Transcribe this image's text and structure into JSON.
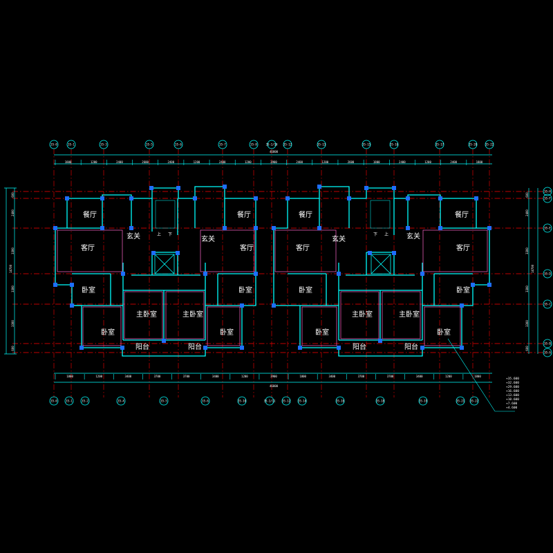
{
  "colors": {
    "background": "#000000",
    "wall": "#00ffff",
    "column": "#1e6eff",
    "axis": "#ff0000",
    "partition": "#ff66cc",
    "text": "#ffffff"
  },
  "top_axes": [
    "35-0",
    "35-1",
    "35-3",
    "35-5",
    "35-6",
    "35-7",
    "35-8",
    "35-1/10",
    "35-12",
    "35-13",
    "35-15",
    "35-16",
    "35-17",
    "35-20",
    "35-22"
  ],
  "bottom_axes": [
    "35-0",
    "35-1",
    "35-2",
    "35-4",
    "35-5",
    "35-6",
    "35-10",
    "35-1/11",
    "35-12",
    "35-14",
    "35-16",
    "35-18",
    "35-19",
    "35-21",
    "35-22"
  ],
  "right_axes": [
    "35-H",
    "35-F",
    "35-E",
    "35-D",
    "35-C",
    "35-B",
    "35-A"
  ],
  "top_dims": [
    "1800",
    "1200",
    "2400",
    "2600",
    "2400",
    "1200",
    "2400",
    "1200",
    "3900",
    "2400",
    "1200",
    "2600",
    "1800",
    "2400",
    "1200",
    "2400",
    "1800"
  ],
  "top_total": "46800",
  "bottom_dims": [
    "1800",
    "1200",
    "3400",
    "3700",
    "3700",
    "3400",
    "1200",
    "3900",
    "1800",
    "3400",
    "3700",
    "3700",
    "3400",
    "1200",
    "1800"
  ],
  "bottom_total": "46800",
  "side_total": "14700",
  "side_dims": [
    "600",
    "2400",
    "3300",
    "3300",
    "3300",
    "600"
  ],
  "rooms": {
    "dining": "餐厅",
    "living": "客厅",
    "bedroom": "卧室",
    "master_bedroom": "主卧室",
    "balcony": "阳台",
    "foyer": "玄关",
    "up": "上",
    "down": "下"
  },
  "elevations": [
    "+35.600",
    "+32.600",
    "+29.600",
    "+16.600",
    "+13.600",
    "+10.600",
    "+7.600",
    "+4.600"
  ]
}
